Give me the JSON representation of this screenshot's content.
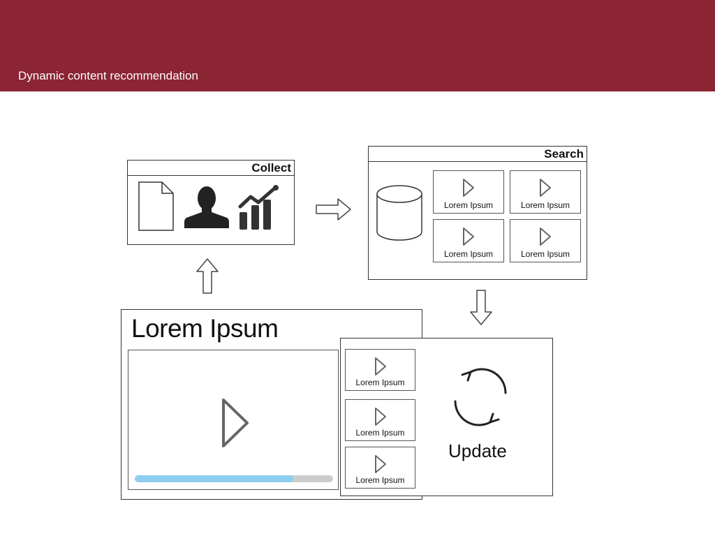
{
  "header": {
    "title": "STALKER",
    "subtitle": "Dynamic content recommendation"
  },
  "collect": {
    "title": "Collect",
    "icons": [
      "document-icon",
      "user-icon",
      "analytics-chart-icon"
    ]
  },
  "search": {
    "title": "Search",
    "cards": [
      "Lorem Ipsum",
      "Lorem Ipsum",
      "Lorem Ipsum",
      "Lorem Ipsum"
    ]
  },
  "player": {
    "title": "Lorem Ipsum",
    "progress": 0.8
  },
  "update": {
    "label": "Update",
    "cards": [
      "Lorem Ipsum",
      "Lorem Ipsum",
      "Lorem Ipsum"
    ]
  },
  "colors": {
    "brand": "#8b2433",
    "progress_fill": "#8ecdf2",
    "progress_track": "#cccccc"
  }
}
